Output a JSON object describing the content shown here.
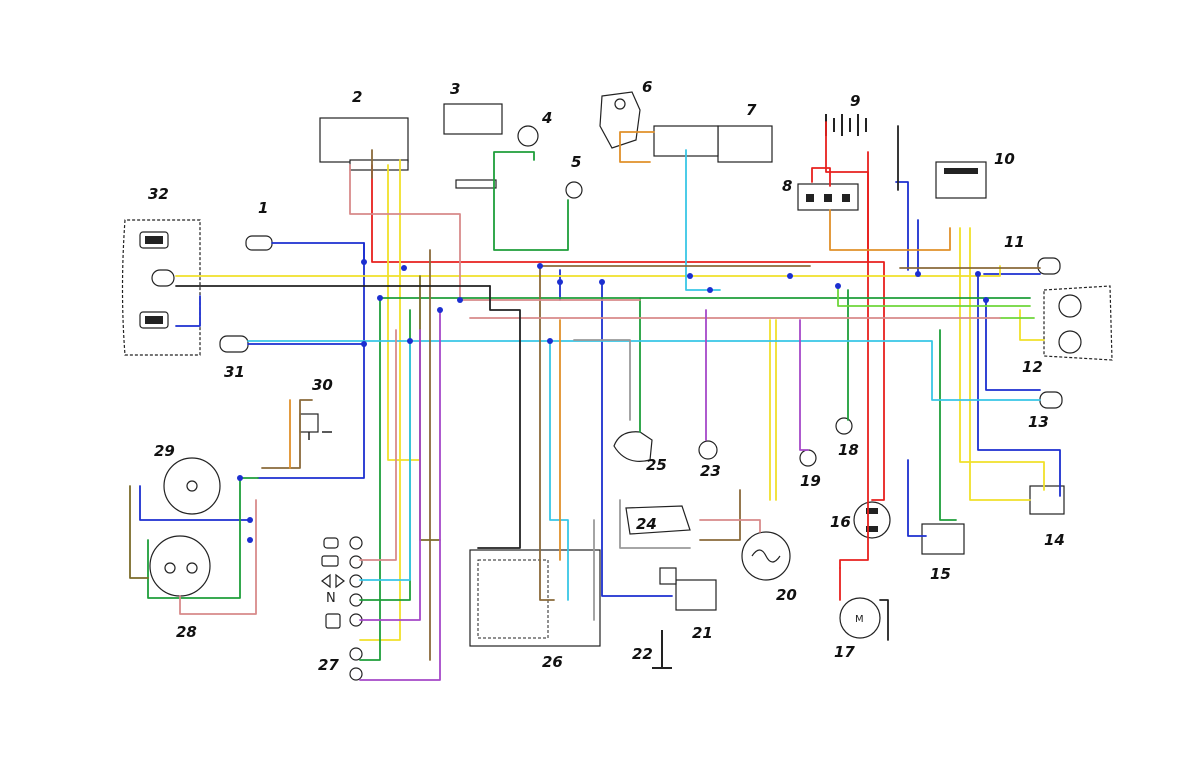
{
  "diagram": {
    "component_numbers": [
      "1",
      "2",
      "3",
      "4",
      "5",
      "6",
      "7",
      "8",
      "9",
      "10",
      "11",
      "12",
      "13",
      "14",
      "15",
      "16",
      "17",
      "18",
      "19",
      "20",
      "21",
      "22",
      "23",
      "24",
      "25",
      "26",
      "27",
      "28",
      "29",
      "30",
      "31",
      "32"
    ],
    "motor_label": "M",
    "indicator_label": "N",
    "wire_colors": {
      "red": "#e8201e",
      "blue": "#1c2fd0",
      "yellow": "#f0e02a",
      "green": "#1e9e3a",
      "lime": "#6ed63a",
      "cyan": "#38c6e6",
      "brown": "#8a6a3a",
      "olive": "#7b6b2a",
      "pink": "#d88a8a",
      "purple": "#a548c8",
      "grey": "#9a9a9a",
      "black": "#222222",
      "orange": "#e0902a"
    }
  }
}
